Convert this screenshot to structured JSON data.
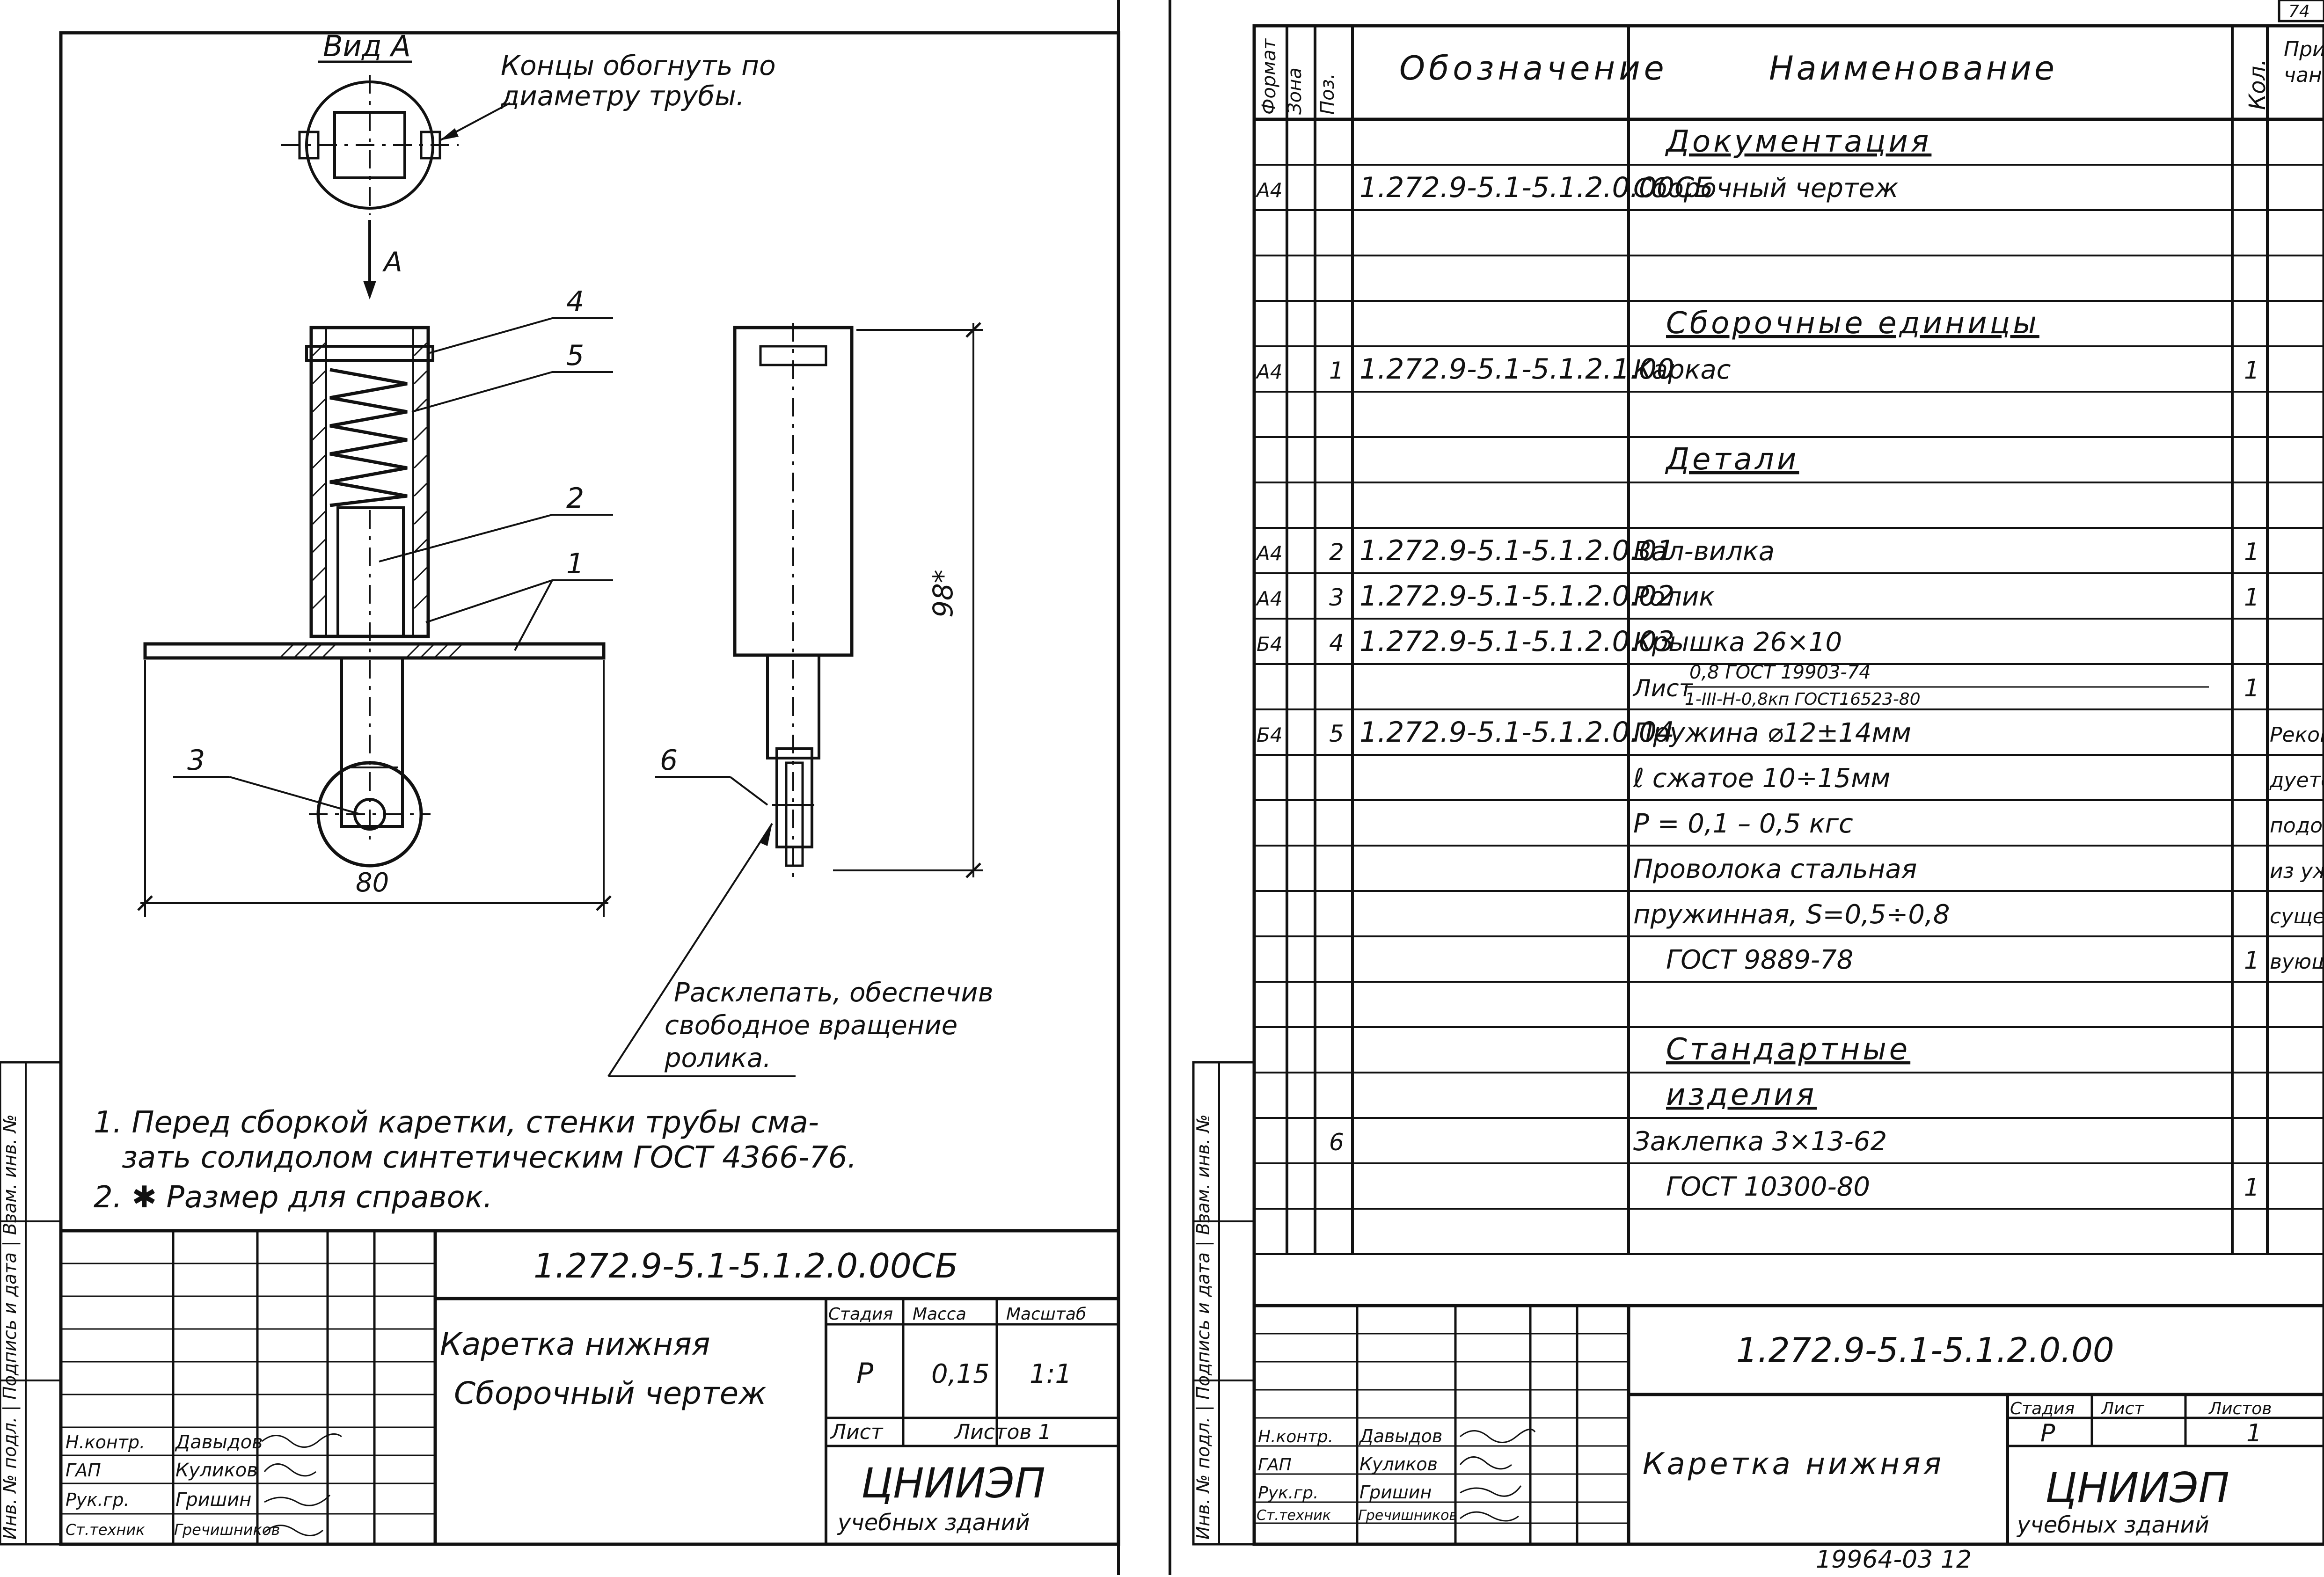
{
  "left_sheet": {
    "view_label": "Вид А",
    "view_note": [
      "Концы обогнуть по",
      "диаметру трубы."
    ],
    "arrow_label": "А",
    "callouts": [
      "4",
      "5",
      "2",
      "1",
      "3",
      "6"
    ],
    "dimension_width": "80",
    "dimension_height": "98*",
    "rivet_note": [
      "Расклепать, обеспечив",
      "свободное вращение",
      "ролика."
    ],
    "notes": [
      "1.  Перед сборкой каретки, стенки трубы сма-",
      "зать солидолом синтетическим  ГОСТ 4366-76.",
      "2.  ✱ Размер  для  справок."
    ],
    "title_block": {
      "designation": "1.272.9-5.1-5.1.2.0.00СБ",
      "name_line1": "Каретка нижняя",
      "name_line2": "Сборочный чертеж",
      "hdr_stage": "Стадия",
      "hdr_mass": "Масса",
      "hdr_scale": "Масштаб",
      "stage": "Р",
      "mass": "0,15",
      "scale": "1:1",
      "sheet_label": "Лист",
      "sheets_label": "Листов 1",
      "org_name": "ЦНИИЭП",
      "org_sub": "учебных зданий",
      "roles": [
        "Н.контр.",
        "ГАП",
        "Рук.гр.",
        "Ст.техник"
      ],
      "people": [
        "Давыдов",
        "Куликов",
        "Гришин",
        "Гречишников"
      ]
    },
    "side_stamp": "Инв. № подл. | Подпись и дата | Взам. инв. №"
  },
  "right_sheet": {
    "corner_number": "74",
    "headers": [
      "Формат",
      "Зона",
      "Поз.",
      "Обозначение",
      "Наименование",
      "Кол.",
      "Приме-\nчание"
    ],
    "rows": [
      {
        "fmt": "",
        "pos": "",
        "des": "",
        "name": "Документация",
        "qty": "",
        "note": "",
        "section": true
      },
      {
        "fmt": "А4",
        "pos": "",
        "des": "1.272.9-5.1-5.1.2.0.00СБ",
        "name": "Сборочный чертеж",
        "qty": "",
        "note": ""
      },
      {
        "fmt": "",
        "pos": "",
        "des": "",
        "name": "",
        "qty": "",
        "note": ""
      },
      {
        "fmt": "",
        "pos": "",
        "des": "",
        "name": "",
        "qty": "",
        "note": ""
      },
      {
        "fmt": "",
        "pos": "",
        "des": "",
        "name": "Сборочные единицы",
        "qty": "",
        "note": "",
        "section": true
      },
      {
        "fmt": "А4",
        "pos": "1",
        "des": "1.272.9-5.1-5.1.2.1.00",
        "name": "Каркас",
        "qty": "1",
        "note": ""
      },
      {
        "fmt": "",
        "pos": "",
        "des": "",
        "name": "",
        "qty": "",
        "note": ""
      },
      {
        "fmt": "",
        "pos": "",
        "des": "",
        "name": "Детали",
        "qty": "",
        "note": "",
        "section": true
      },
      {
        "fmt": "",
        "pos": "",
        "des": "",
        "name": "",
        "qty": "",
        "note": ""
      },
      {
        "fmt": "А4",
        "pos": "2",
        "des": "1.272.9-5.1-5.1.2.0.01",
        "name": "Вал-вилка",
        "qty": "1",
        "note": ""
      },
      {
        "fmt": "А4",
        "pos": "3",
        "des": "1.272.9-5.1-5.1.2.0.02",
        "name": "Ролик",
        "qty": "1",
        "note": ""
      },
      {
        "fmt": "Б4",
        "pos": "4",
        "des": "1.272.9-5.1-5.1.2.0.03",
        "name": "Крышка  26×10",
        "qty": "",
        "note": ""
      },
      {
        "fmt": "",
        "pos": "",
        "des": "",
        "name": "",
        "qty": "1",
        "note": "",
        "fraction": true
      },
      {
        "fmt": "Б4",
        "pos": "5",
        "des": "1.272.9-5.1-5.1.2.0.04",
        "name": "Пружина ⌀12±14мм",
        "qty": "",
        "note": "Рекомен"
      },
      {
        "fmt": "",
        "pos": "",
        "des": "",
        "name": "ℓ сжатое  10÷15мм",
        "qty": "",
        "note": "дуется"
      },
      {
        "fmt": "",
        "pos": "",
        "des": "",
        "name": "P = 0,1 – 0,5 кгс",
        "qty": "",
        "note": "подобрать"
      },
      {
        "fmt": "",
        "pos": "",
        "des": "",
        "name": "Проволока стальная",
        "qty": "",
        "note": "из уже"
      },
      {
        "fmt": "",
        "pos": "",
        "des": "",
        "name": "пружинная, S=0,5÷0,8",
        "qty": "",
        "note": "существ-"
      },
      {
        "fmt": "",
        "pos": "",
        "des": "",
        "name": "ГОСТ 9889-78",
        "qty": "1",
        "note": "вующих",
        "indent": true
      },
      {
        "fmt": "",
        "pos": "",
        "des": "",
        "name": "",
        "qty": "",
        "note": ""
      },
      {
        "fmt": "",
        "pos": "",
        "des": "",
        "name": "Стандартные",
        "qty": "",
        "note": "",
        "section": true
      },
      {
        "fmt": "",
        "pos": "",
        "des": "",
        "name": "изделия",
        "qty": "",
        "note": "",
        "section": true,
        "indent": true
      },
      {
        "fmt": "",
        "pos": "6",
        "des": "",
        "name": "Заклепка 3×13-62",
        "qty": "",
        "note": ""
      },
      {
        "fmt": "",
        "pos": "",
        "des": "",
        "name": "ГОСТ  10300-80",
        "qty": "1",
        "note": "",
        "indent": true
      },
      {
        "fmt": "",
        "pos": "",
        "des": "",
        "name": "",
        "qty": "",
        "note": ""
      }
    ],
    "sheet_fraction": {
      "prefix": "Лист",
      "top": "0,8  ГОСТ 19903-74",
      "bottom": "1-III-Н-0,8кп ГОСТ16523-80"
    },
    "title_block": {
      "designation": "1.272.9-5.1-5.1.2.0.00",
      "name": "Каретка нижняя",
      "hdr_stage": "Стадия",
      "hdr_sheet": "Лист",
      "hdr_sheets": "Листов",
      "stage": "Р",
      "sheet": "",
      "sheets": "1",
      "org_name": "ЦНИИЭП",
      "org_sub": "учебных зданий",
      "roles": [
        "Н.контр.",
        "ГАП",
        "Рук.гр.",
        "Ст.техник"
      ],
      "people": [
        "Давыдов",
        "Куликов",
        "Гришин",
        "Гречишников"
      ]
    },
    "footer": "19964-03   12",
    "side_stamp": "Инв. № подл. | Подпись и дата | Взам. инв. №"
  }
}
